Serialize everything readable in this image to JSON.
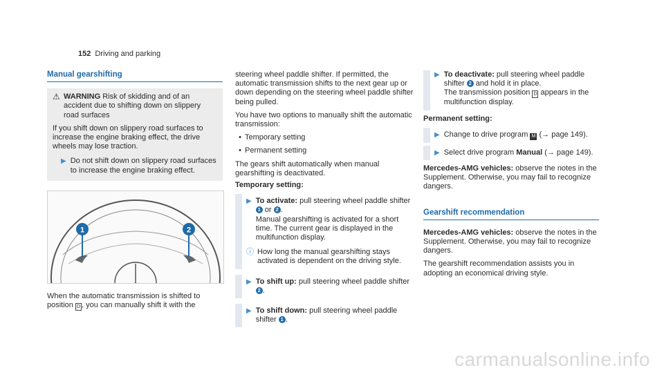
{
  "header": {
    "page_number": "152",
    "chapter": "Driving and parking"
  },
  "col1": {
    "title": "Manual gearshifting",
    "warning": {
      "label": "WARNING",
      "text": "Risk of skidding and of an accident due to shifting down on slippery road surfaces"
    },
    "warning_body": "If you shift down on slippery road surfaces to increase the engine braking effect, the drive wheels may lose traction.",
    "warning_step": "Do not shift down on slippery road surfaces to increase the engine braking effect.",
    "callouts": [
      "1",
      "2"
    ],
    "caption_a": "When the automatic transmission is shifted to position ",
    "caption_symbol": "D",
    "caption_b": ", you can manually shift it with the"
  },
  "col2": {
    "intro": "steering wheel paddle shifter. If permitted, the automatic transmission shifts to the next gear up or down depending on the steering wheel paddle shifter being pulled.",
    "options_intro": "You have two options to manually shift the automatic transmission:",
    "options": [
      "Temporary setting",
      "Permanent setting"
    ],
    "deactivated": "The gears shift automatically when manual gearshifting is deactivated.",
    "temp_heading": "Temporary setting:",
    "activate_label": "To activate:",
    "activate_a": " pull steering wheel paddle shifter ",
    "activate_or": " or ",
    "activate_b": "Manual gearshifting is activated for a short time. The current gear is displayed in the multifunction display.",
    "note": "How long the manual gearshifting stays activated is dependent on the driving style.",
    "up_label": "To shift up:",
    "up_text": " pull steering wheel paddle shifter ",
    "down_label": "To shift down:",
    "down_text": " pull steering wheel paddle shifter ",
    "badge1": "1",
    "badge2": "2"
  },
  "col3": {
    "deact_label": "To deactivate:",
    "deact_a": " pull steering wheel paddle shifter ",
    "deact_b": " and hold it in place.",
    "deact_c": "The transmission position ",
    "deact_symbol": "D",
    "deact_d": " appears in the multifunction display.",
    "perm_heading": "Permanent setting:",
    "perm1_a": "Change to drive program ",
    "perm1_symbol": "M",
    "perm1_b": " (→ page 149).",
    "perm2_a": "Select drive program ",
    "perm2_bold": "Manual",
    "perm2_b": " (→ page 149).",
    "amg_label": "Mercedes-AMG vehicles:",
    "amg_text": " observe the notes in the Supplement. Otherwise, you may fail to recognize dangers.",
    "rec_title": "Gearshift recommendation",
    "amg2_label": "Mercedes-AMG vehicles:",
    "amg2_text": " observe the notes in the Supplement. Otherwise, you may fail to recognize dangers.",
    "rec_text": "The gearshift recommendation assists you in adopting an economical driving style.",
    "badge2": "2"
  },
  "watermark": "carmanualsonline.info"
}
